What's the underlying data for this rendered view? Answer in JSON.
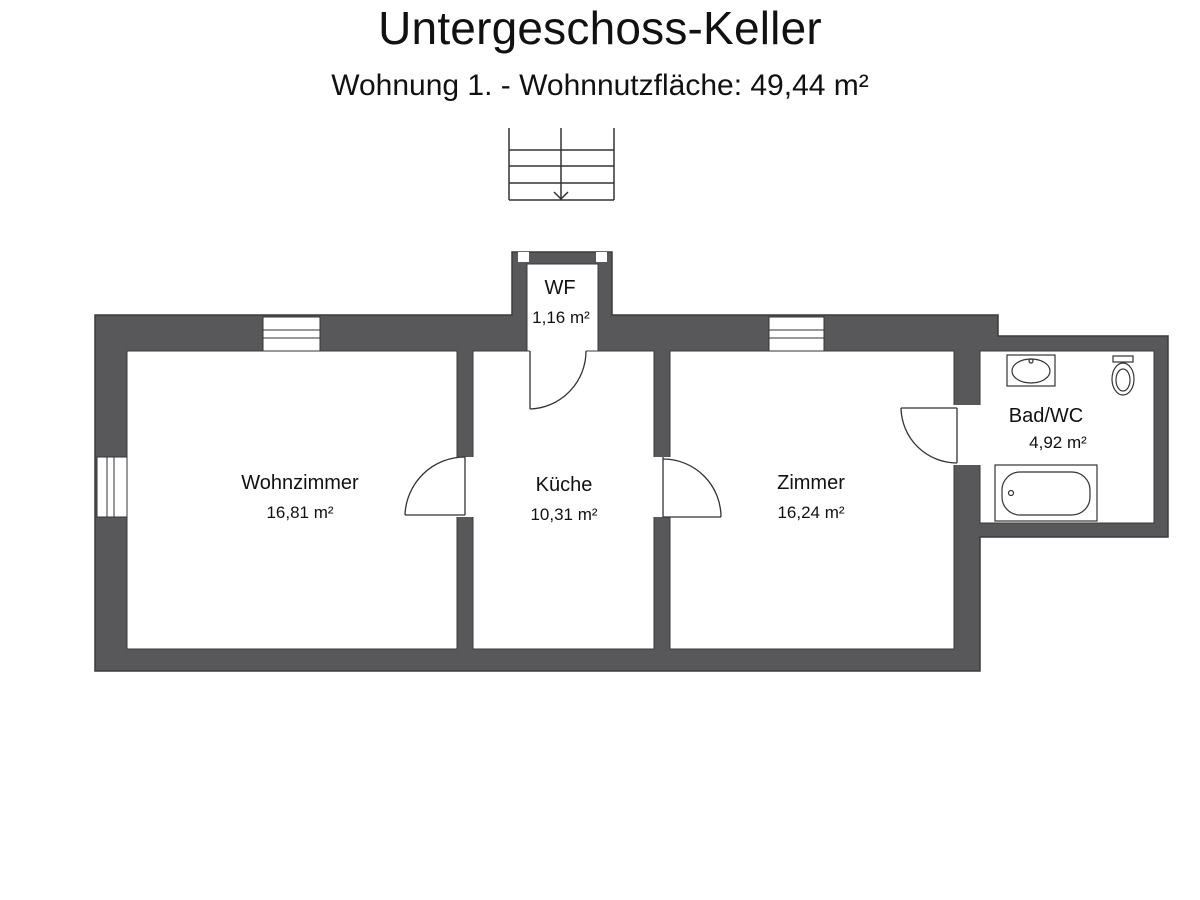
{
  "header": {
    "title": "Untergeschoss-Keller",
    "subtitle": "Wohnung 1. - Wohnnutzfläche: 49,44 m²"
  },
  "colors": {
    "wall": "#58585a",
    "wall_edge": "#3a3a3c",
    "floor": "#ffffff",
    "line": "#333333"
  },
  "rooms": {
    "wohnzimmer": {
      "name": "Wohnzimmer",
      "area": "16,81 m²"
    },
    "kueche": {
      "name": "Küche",
      "area": "10,31 m²"
    },
    "zimmer": {
      "name": "Zimmer",
      "area": "16,24 m²"
    },
    "wf": {
      "name": "WF",
      "area": "1,16 m²"
    },
    "bad": {
      "name": "Bad/WC",
      "area": "4,92 m²"
    }
  },
  "fixtures": [
    "staircase-icon",
    "sink-icon",
    "toilet-icon",
    "bathtub-icon"
  ]
}
